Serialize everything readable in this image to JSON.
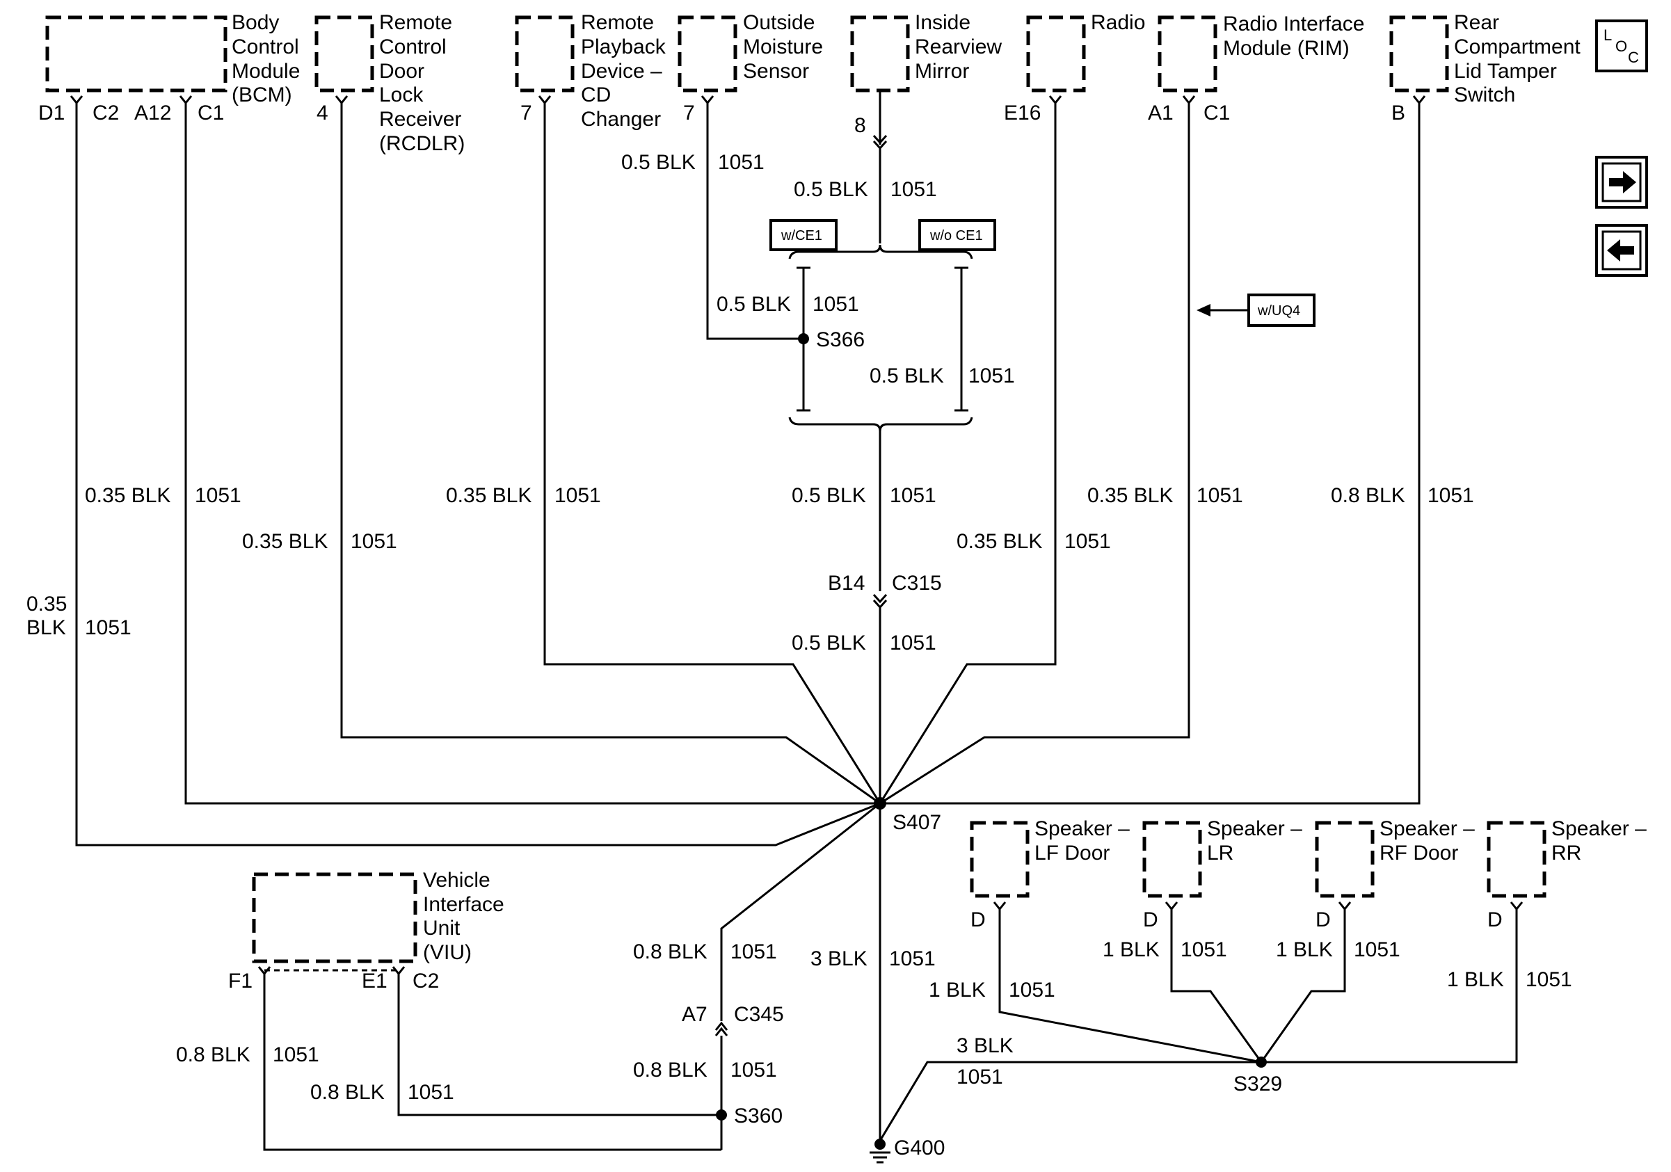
{
  "components": {
    "bcm": [
      "Body",
      "Control",
      "Module",
      "(BCM)"
    ],
    "rcdlr": [
      "Remote",
      "Control",
      "Door",
      "Lock",
      "Receiver",
      "(RCDLR)"
    ],
    "cd": [
      "Remote",
      "Playback",
      "Device –",
      "CD",
      "Changer"
    ],
    "moisture": [
      "Outside",
      "Moisture",
      "Sensor"
    ],
    "mirror": [
      "Inside",
      "Rearview",
      "Mirror"
    ],
    "radio": [
      "Radio"
    ],
    "rim": [
      "Radio Interface",
      "Module (RIM)"
    ],
    "tamper": [
      "Rear",
      "Compartment",
      "Lid Tamper",
      "Switch"
    ],
    "viu": [
      "Vehicle",
      "Interface",
      "Unit",
      "(VIU)"
    ],
    "spk_lf": [
      "Speaker –",
      "LF Door"
    ],
    "spk_lr": [
      "Speaker –",
      "LR"
    ],
    "spk_rf": [
      "Speaker –",
      "RF Door"
    ],
    "spk_rr": [
      "Speaker –",
      "RR"
    ]
  },
  "pins": {
    "bcm_d1": "D1",
    "bcm_c2": "C2",
    "bcm_a12": "A12",
    "bcm_c1": "C1",
    "rcdlr": "4",
    "cd": "7",
    "moisture": "7",
    "mirror": "8",
    "radio": "E16",
    "rim_a1": "A1",
    "rim_c1": "C1",
    "tamper": "B",
    "viu_f1": "F1",
    "viu_e1": "E1",
    "viu_c2": "C2",
    "spk_lf": "D",
    "spk_lr": "D",
    "spk_rf": "D",
    "spk_rr": "D",
    "c315_pin": "B14",
    "c315": "C315",
    "c345_pin": "A7",
    "c345": "C345"
  },
  "wires": {
    "w035": "0.35 BLK",
    "w035_a": "0.35",
    "w035_b": "BLK",
    "w05": "0.5 BLK",
    "w08": "0.8 BLK",
    "w3": "3 BLK",
    "w1": "1 BLK",
    "circuit": "1051"
  },
  "splices": {
    "s366": "S366",
    "s407": "S407",
    "s360": "S360",
    "s329": "S329",
    "g400": "G400"
  },
  "options": {
    "with_ce1": "w/CE1",
    "without_ce1": "w/o CE1",
    "with_uq4": "w/UQ4"
  },
  "loc_icon": {
    "l": "L",
    "o": "O",
    "c": "C"
  }
}
